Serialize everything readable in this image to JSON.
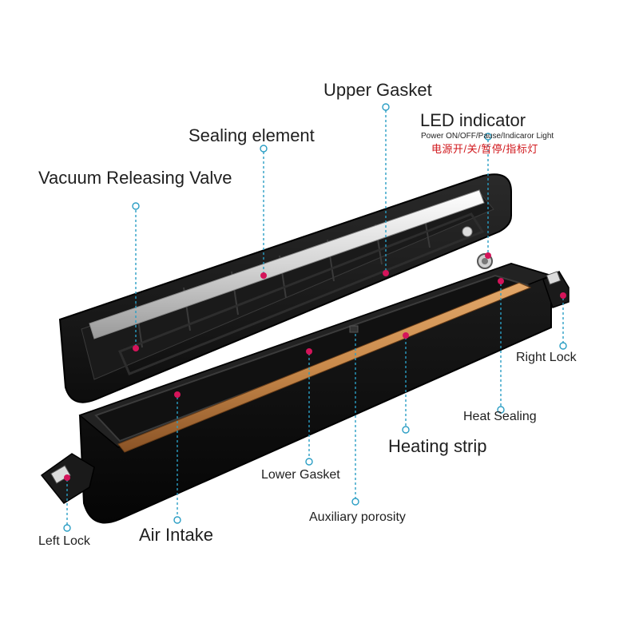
{
  "labels": {
    "upper_gasket": "Upper Gasket",
    "led_indicator": "LED indicator",
    "led_sub_en": "Power ON/OFF/Pause/Indicaror Light",
    "led_sub_cn": "电源开/关/暂停/指标灯",
    "sealing_element": "Sealing element",
    "vacuum_releasing_valve": "Vacuum Releasing Valve",
    "right_lock": "Right Lock",
    "heat_sealing": "Heat Sealing",
    "heating_strip": "Heating strip",
    "lower_gasket": "Lower Gasket",
    "auxiliary_porosity": "Auxiliary porosity",
    "air_intake": "Air Intake",
    "left_lock": "Left Lock"
  },
  "colors": {
    "leader_line": "#2a9ec4",
    "marker_red": "#d4145a",
    "device_body": "#141414",
    "heating_strip": "#c98a4b",
    "sealing_bar": "#d9d9d9",
    "cn_text": "#d0161b"
  }
}
